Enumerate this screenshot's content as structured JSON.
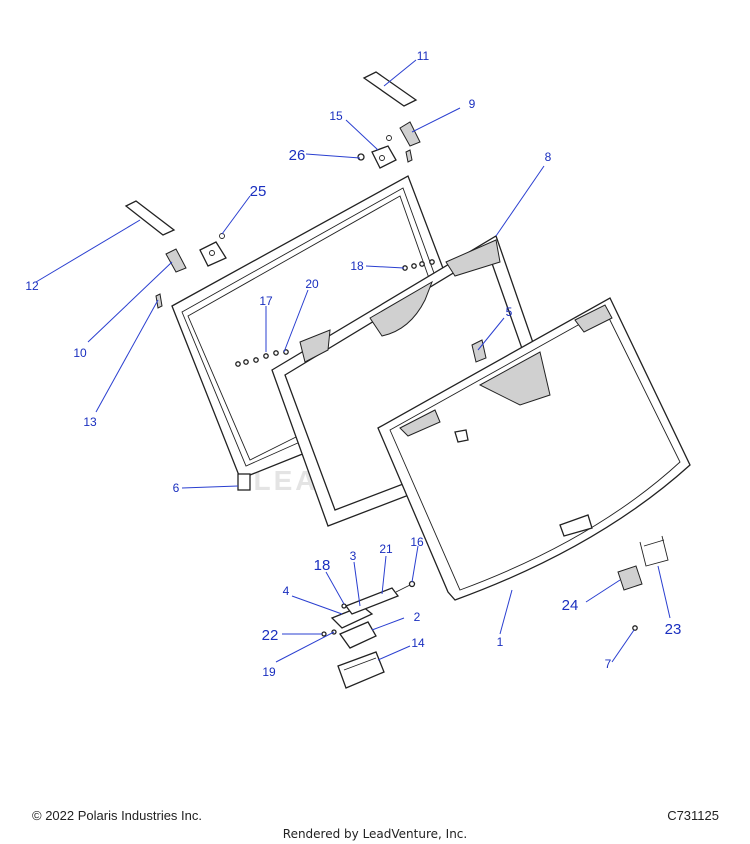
{
  "callouts": {
    "c1": "1",
    "c2": "2",
    "c3": "3",
    "c4": "4",
    "c5": "5",
    "c6": "6",
    "c7": "7",
    "c8": "8",
    "c9": "9",
    "c10": "10",
    "c11": "11",
    "c12": "12",
    "c13": "13",
    "c14": "14",
    "c15": "15",
    "c16": "16",
    "c17": "17",
    "c18a": "18",
    "c18b": "18",
    "c19": "19",
    "c20": "20",
    "c21": "21",
    "c22": "22",
    "c23": "23",
    "c24": "24",
    "c25": "25",
    "c26": "26"
  },
  "watermark": {
    "text": "LEADVENTURE"
  },
  "footer": {
    "copyright": "© 2022 Polaris Industries Inc.",
    "code": "C731125",
    "rendered_by": "Rendered by LeadVenture, Inc."
  },
  "colors": {
    "callout": "#1a2fbf",
    "line": "#222222",
    "watermark": "#ececec"
  }
}
